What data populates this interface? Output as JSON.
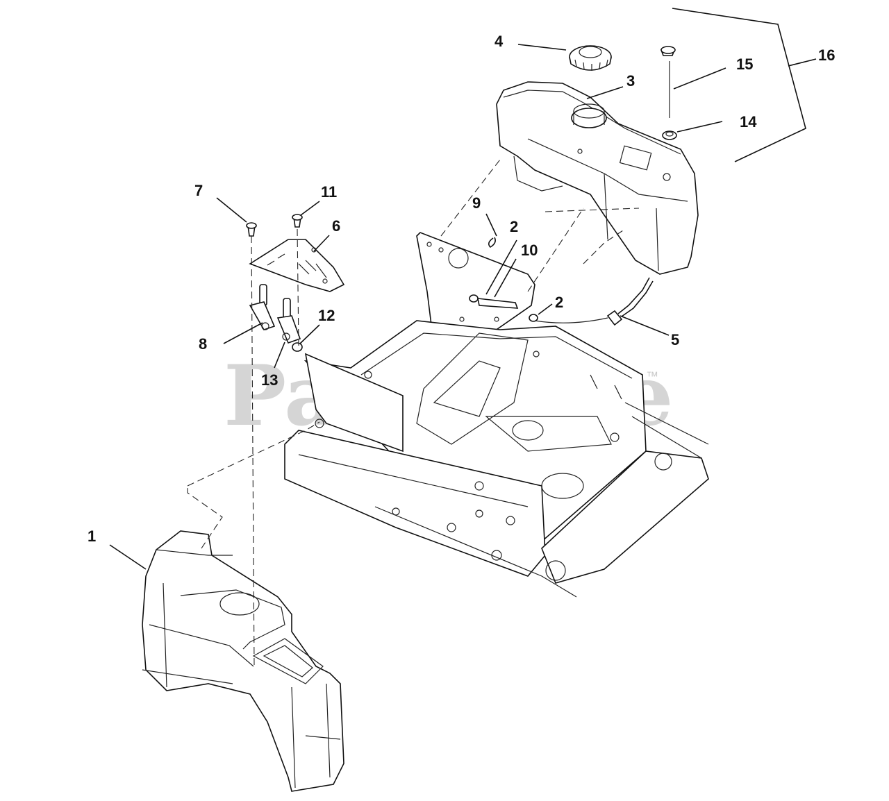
{
  "watermark": {
    "text": "PartsTree",
    "trademark": "™"
  },
  "callouts": [
    {
      "id": "c1",
      "label": "1"
    },
    {
      "id": "c2a",
      "label": "2"
    },
    {
      "id": "c2b",
      "label": "2"
    },
    {
      "id": "c3",
      "label": "3"
    },
    {
      "id": "c4",
      "label": "4"
    },
    {
      "id": "c5",
      "label": "5"
    },
    {
      "id": "c6",
      "label": "6"
    },
    {
      "id": "c7",
      "label": "7"
    },
    {
      "id": "c8",
      "label": "8"
    },
    {
      "id": "c9",
      "label": "9"
    },
    {
      "id": "c10",
      "label": "10"
    },
    {
      "id": "c11",
      "label": "11"
    },
    {
      "id": "c12",
      "label": "12"
    },
    {
      "id": "c13",
      "label": "13"
    },
    {
      "id": "c14",
      "label": "14"
    },
    {
      "id": "c15",
      "label": "15"
    },
    {
      "id": "c16",
      "label": "16"
    }
  ]
}
